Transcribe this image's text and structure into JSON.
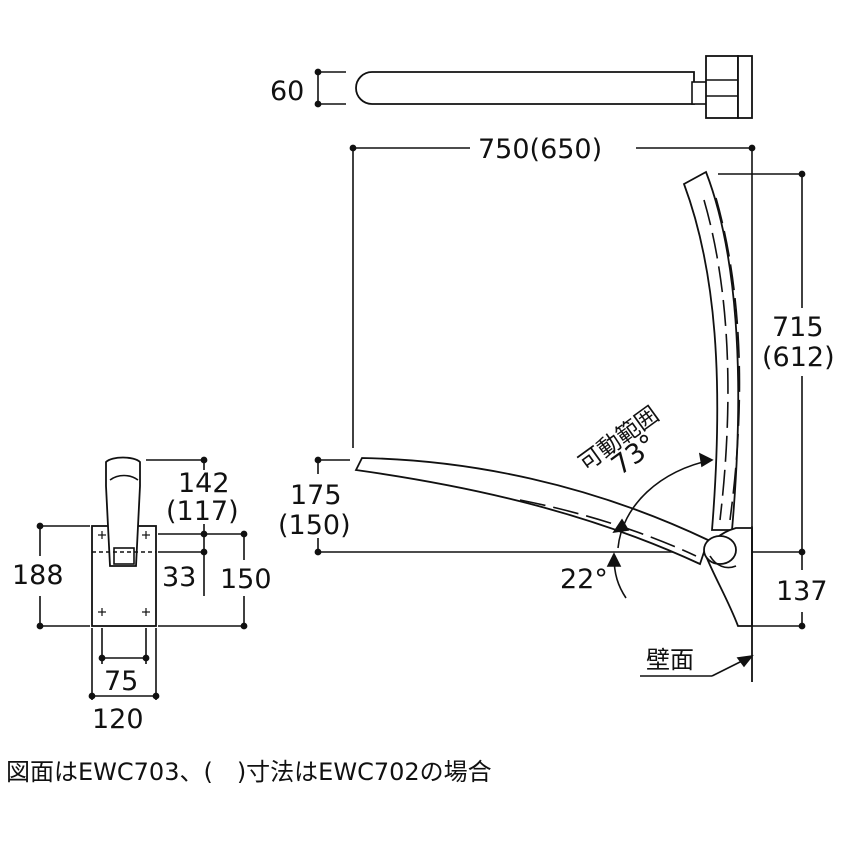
{
  "top_view": {
    "depth_label": "60"
  },
  "side_view": {
    "length_label": "750(650)",
    "height_label_1": "715",
    "height_label_2": "(612)",
    "arm_height_label_1": "175",
    "arm_height_label_2": "(150)",
    "range_label": "可動範囲",
    "range_angle_label": "73°",
    "down_angle_label": "22°",
    "base_height_label": "137",
    "wall_label": "壁面"
  },
  "front_view": {
    "offset_label_1": "142",
    "offset_label_2": "(117)",
    "height_label": "188",
    "inner_label": "33",
    "plate_height_label": "150",
    "hole_pitch_label": "75",
    "width_label": "120"
  },
  "caption": "図面はEWC703、(　)寸法はEWC702の場合",
  "colors": {
    "line": "#111111",
    "background": "#ffffff"
  }
}
